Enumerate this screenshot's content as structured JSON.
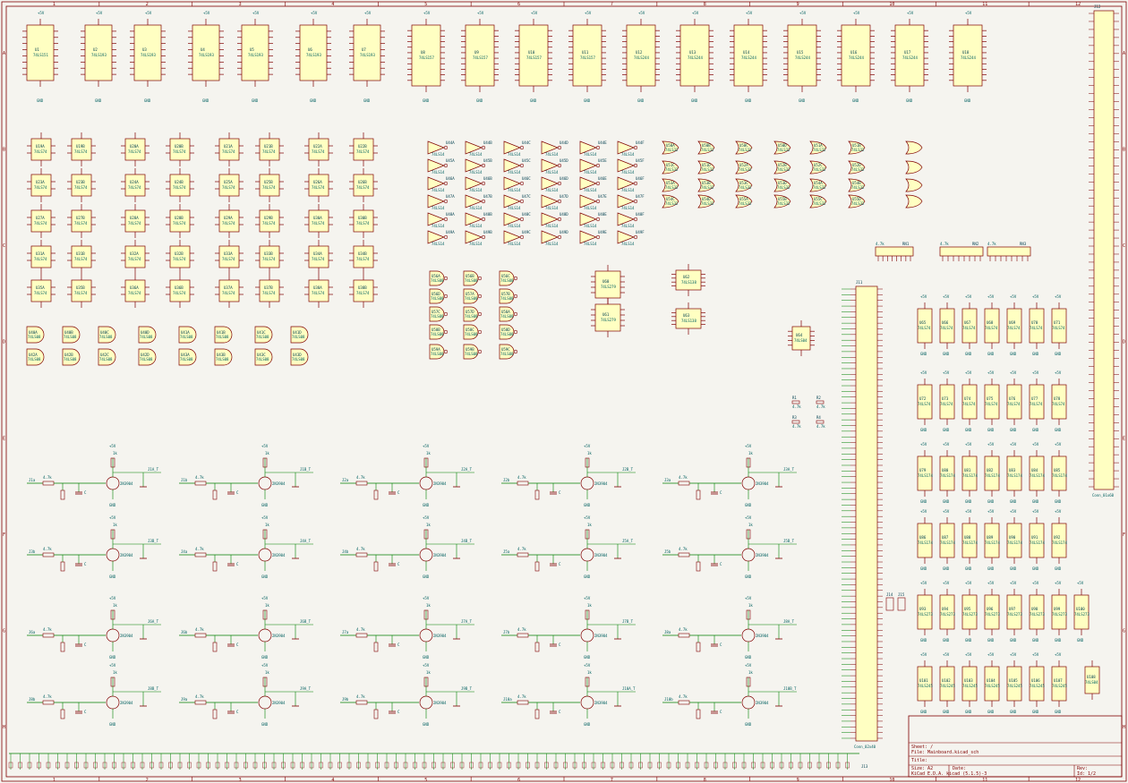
{
  "title_block": {
    "sheet": "Sheet: /",
    "file": "File: Mainboard.kicad_sch",
    "title_label": "Title:",
    "title": "",
    "size_label": "Size: A2",
    "date_label": "Date:",
    "date": "",
    "rev_label": "Rev:",
    "tool": "KiCad E.D.A.  kicad (5.1.5)-3",
    "id": "Id: 1/2"
  },
  "frame": {
    "col_marks": [
      "1",
      "2",
      "3",
      "4",
      "5",
      "6",
      "7",
      "8",
      "9",
      "10",
      "11",
      "12"
    ],
    "row_marks": [
      "A",
      "B",
      "C",
      "D",
      "E",
      "F",
      "G",
      "H"
    ]
  },
  "ic_row_top": {
    "parts": [
      "74LS151",
      "74LS193",
      "74LS193",
      "74LS193",
      "74LS193",
      "74LS193",
      "74LS193",
      "74LS157",
      "74LS157",
      "74LS157",
      "74LS157",
      "74LS244",
      "74LS244",
      "74LS244",
      "74LS244",
      "74LS244",
      "74LS244",
      "74LS244"
    ],
    "refs": [
      "U1",
      "U2",
      "U3",
      "U4",
      "U5",
      "U6",
      "U7",
      "U8",
      "U9",
      "U10",
      "U11",
      "U12",
      "U13",
      "U14",
      "U15",
      "U16",
      "U17",
      "U18"
    ]
  },
  "ff_grid": {
    "part": "74LS74",
    "refs": [
      "U19A",
      "U19B",
      "U20A",
      "U20B",
      "U21A",
      "U21B",
      "U22A",
      "U22B",
      "U23A",
      "U23B",
      "U24A",
      "U24B",
      "U25A",
      "U25B",
      "U26A",
      "U26B",
      "U27A",
      "U27B",
      "U28A",
      "U28B",
      "U29A",
      "U29B",
      "U30A",
      "U30B",
      "U31A",
      "U31B",
      "U32A",
      "U32B",
      "U33A",
      "U33B",
      "U34A",
      "U34B",
      "U35A",
      "U35B",
      "U36A",
      "U36B",
      "U37A",
      "U37B",
      "U38A",
      "U38B"
    ]
  },
  "gate_row": {
    "part": "74LS08",
    "refs": [
      "U40A",
      "U40B",
      "U40C",
      "U40D",
      "U41A",
      "U41B",
      "U41C",
      "U41D",
      "U42A",
      "U42B",
      "U42C",
      "U42D",
      "U43A",
      "U43B",
      "U43C",
      "U43D"
    ]
  },
  "inverters": {
    "part": "74LS14",
    "refs": [
      "U44A",
      "U44B",
      "U44C",
      "U44D",
      "U44E",
      "U44F",
      "U45A",
      "U45B",
      "U45C",
      "U45D",
      "U45E",
      "U45F",
      "U46A",
      "U46B",
      "U46C",
      "U46D",
      "U46E",
      "U46F",
      "U47A",
      "U47B",
      "U47C",
      "U47D",
      "U47E",
      "U47F",
      "U48A",
      "U48B",
      "U48C",
      "U48D",
      "U48E",
      "U48F",
      "U49A",
      "U49B",
      "U49C",
      "U49D",
      "U49E",
      "U49F"
    ]
  },
  "or_gates": {
    "part": "74LS32",
    "refs": [
      "U50A",
      "U50B",
      "U50C",
      "U50D",
      "U51A",
      "U51B",
      "U51C",
      "U51D",
      "U52A",
      "U52B",
      "U52C",
      "U52D",
      "U53A",
      "U53B",
      "U53C",
      "U53D",
      "U54A",
      "U54B",
      "U54C",
      "U54D",
      "U55A",
      "U55B",
      "U55C",
      "U55D"
    ]
  },
  "nand_gates": {
    "part": "74LS00",
    "refs": [
      "U56A",
      "U56B",
      "U56C",
      "U56D",
      "U57A",
      "U57B",
      "U57C",
      "U57D",
      "U58A",
      "U58B",
      "U58C",
      "U58D",
      "U59A",
      "U59B",
      "U59C",
      "U59D"
    ]
  },
  "resistor_packs": {
    "value": "4.7k",
    "refs": [
      "RN1",
      "RN2",
      "RN3"
    ]
  },
  "mid_ics": {
    "parts": [
      "74LS279",
      "74LS279",
      "74LS138",
      "74LS138"
    ],
    "refs": [
      "U60",
      "U61",
      "U62",
      "U63"
    ]
  },
  "small_ic": {
    "ref": "U64",
    "part": "74LS04"
  },
  "resistors_mid": [
    {
      "ref": "R1",
      "value": "4.7k"
    },
    {
      "ref": "R2",
      "value": "4.7k"
    },
    {
      "ref": "R3",
      "value": "4.7k"
    },
    {
      "ref": "R4",
      "value": "4.7k"
    }
  ],
  "right_ics": {
    "rows": [
      {
        "parts": [
          "74LS74",
          "74LS74",
          "74LS74",
          "74LS74",
          "74LS74",
          "74LS74",
          "74LS74"
        ],
        "refs": [
          "U65",
          "U66",
          "U67",
          "U68",
          "U69",
          "U70",
          "U71"
        ]
      },
      {
        "parts": [
          "74LS74",
          "74LS74",
          "74LS74",
          "74LS74",
          "74LS74",
          "74LS74",
          "74LS74"
        ],
        "refs": [
          "U72",
          "U73",
          "U74",
          "U75",
          "U76",
          "U77",
          "U78"
        ]
      },
      {
        "parts": [
          "74LS174",
          "74LS174",
          "74LS174",
          "74LS174",
          "74LS174",
          "74LS174",
          "74LS174"
        ],
        "refs": [
          "U79",
          "U80",
          "U81",
          "U82",
          "U83",
          "U84",
          "U85"
        ]
      },
      {
        "parts": [
          "74LS174",
          "74LS174",
          "74LS174",
          "74LS174",
          "74LS174",
          "74LS174",
          "74LS174"
        ],
        "refs": [
          "U86",
          "U87",
          "U88",
          "U89",
          "U90",
          "U91",
          "U92"
        ]
      },
      {
        "parts": [
          "74LS273",
          "74LS273",
          "74LS273",
          "74LS273",
          "74LS273",
          "74LS273",
          "74LS273",
          "74LS273"
        ],
        "refs": [
          "U93",
          "U94",
          "U95",
          "U96",
          "U97",
          "U98",
          "U99",
          "U100"
        ]
      },
      {
        "parts": [
          "74LS245",
          "74LS245",
          "74LS245",
          "74LS245",
          "74LS245",
          "74LS245",
          "74LS245"
        ],
        "refs": [
          "U101",
          "U102",
          "U103",
          "U104",
          "U105",
          "U106",
          "U107"
        ]
      }
    ],
    "extra": {
      "ref": "U108",
      "part": "74LS04"
    }
  },
  "transistor_stages": {
    "part": "2N3904",
    "supply": "+5V",
    "gnd": "GND",
    "base_res": "4.7k",
    "pull_res": "1k",
    "cap": "C",
    "labels_in": [
      "J1a",
      "J1b",
      "J2a",
      "J2b",
      "J3a",
      "J3b",
      "J4a",
      "J4b",
      "J5a",
      "J5b",
      "J6a",
      "J6b",
      "J7a",
      "J7b",
      "J8a",
      "J8b",
      "J9a",
      "J9b",
      "J10a",
      "J10b"
    ],
    "labels_out": [
      "J1A_T",
      "J1B_T",
      "J2A_T",
      "J2B_T",
      "J3A_T",
      "J3B_T",
      "J4A_T",
      "J4B_T",
      "J5A_T",
      "J5B_T",
      "J6A_T",
      "J6B_T",
      "J7A_T",
      "J7B_T",
      "J8A_T",
      "J8B_T",
      "J9A_T",
      "J9B_T",
      "J10A_T",
      "J10B_T"
    ]
  },
  "connectors": {
    "main": {
      "ref": "J11",
      "part": "Conn_02x40"
    },
    "right": {
      "ref": "J12",
      "part": "Conn_01x60"
    },
    "bottom": {
      "ref": "J13",
      "part": "Conn_01x60"
    },
    "small1": {
      "ref": "J14"
    },
    "small2": {
      "ref": "J15"
    }
  },
  "power": {
    "vcc": "+5V",
    "gnd": "GND"
  },
  "colors": {
    "background": "#f5f4ef",
    "wire": "#008000",
    "part_fill": "#ffffc2",
    "part_outline": "#800000",
    "pin": "#800000",
    "label": "#006060",
    "frame": "#800000"
  }
}
